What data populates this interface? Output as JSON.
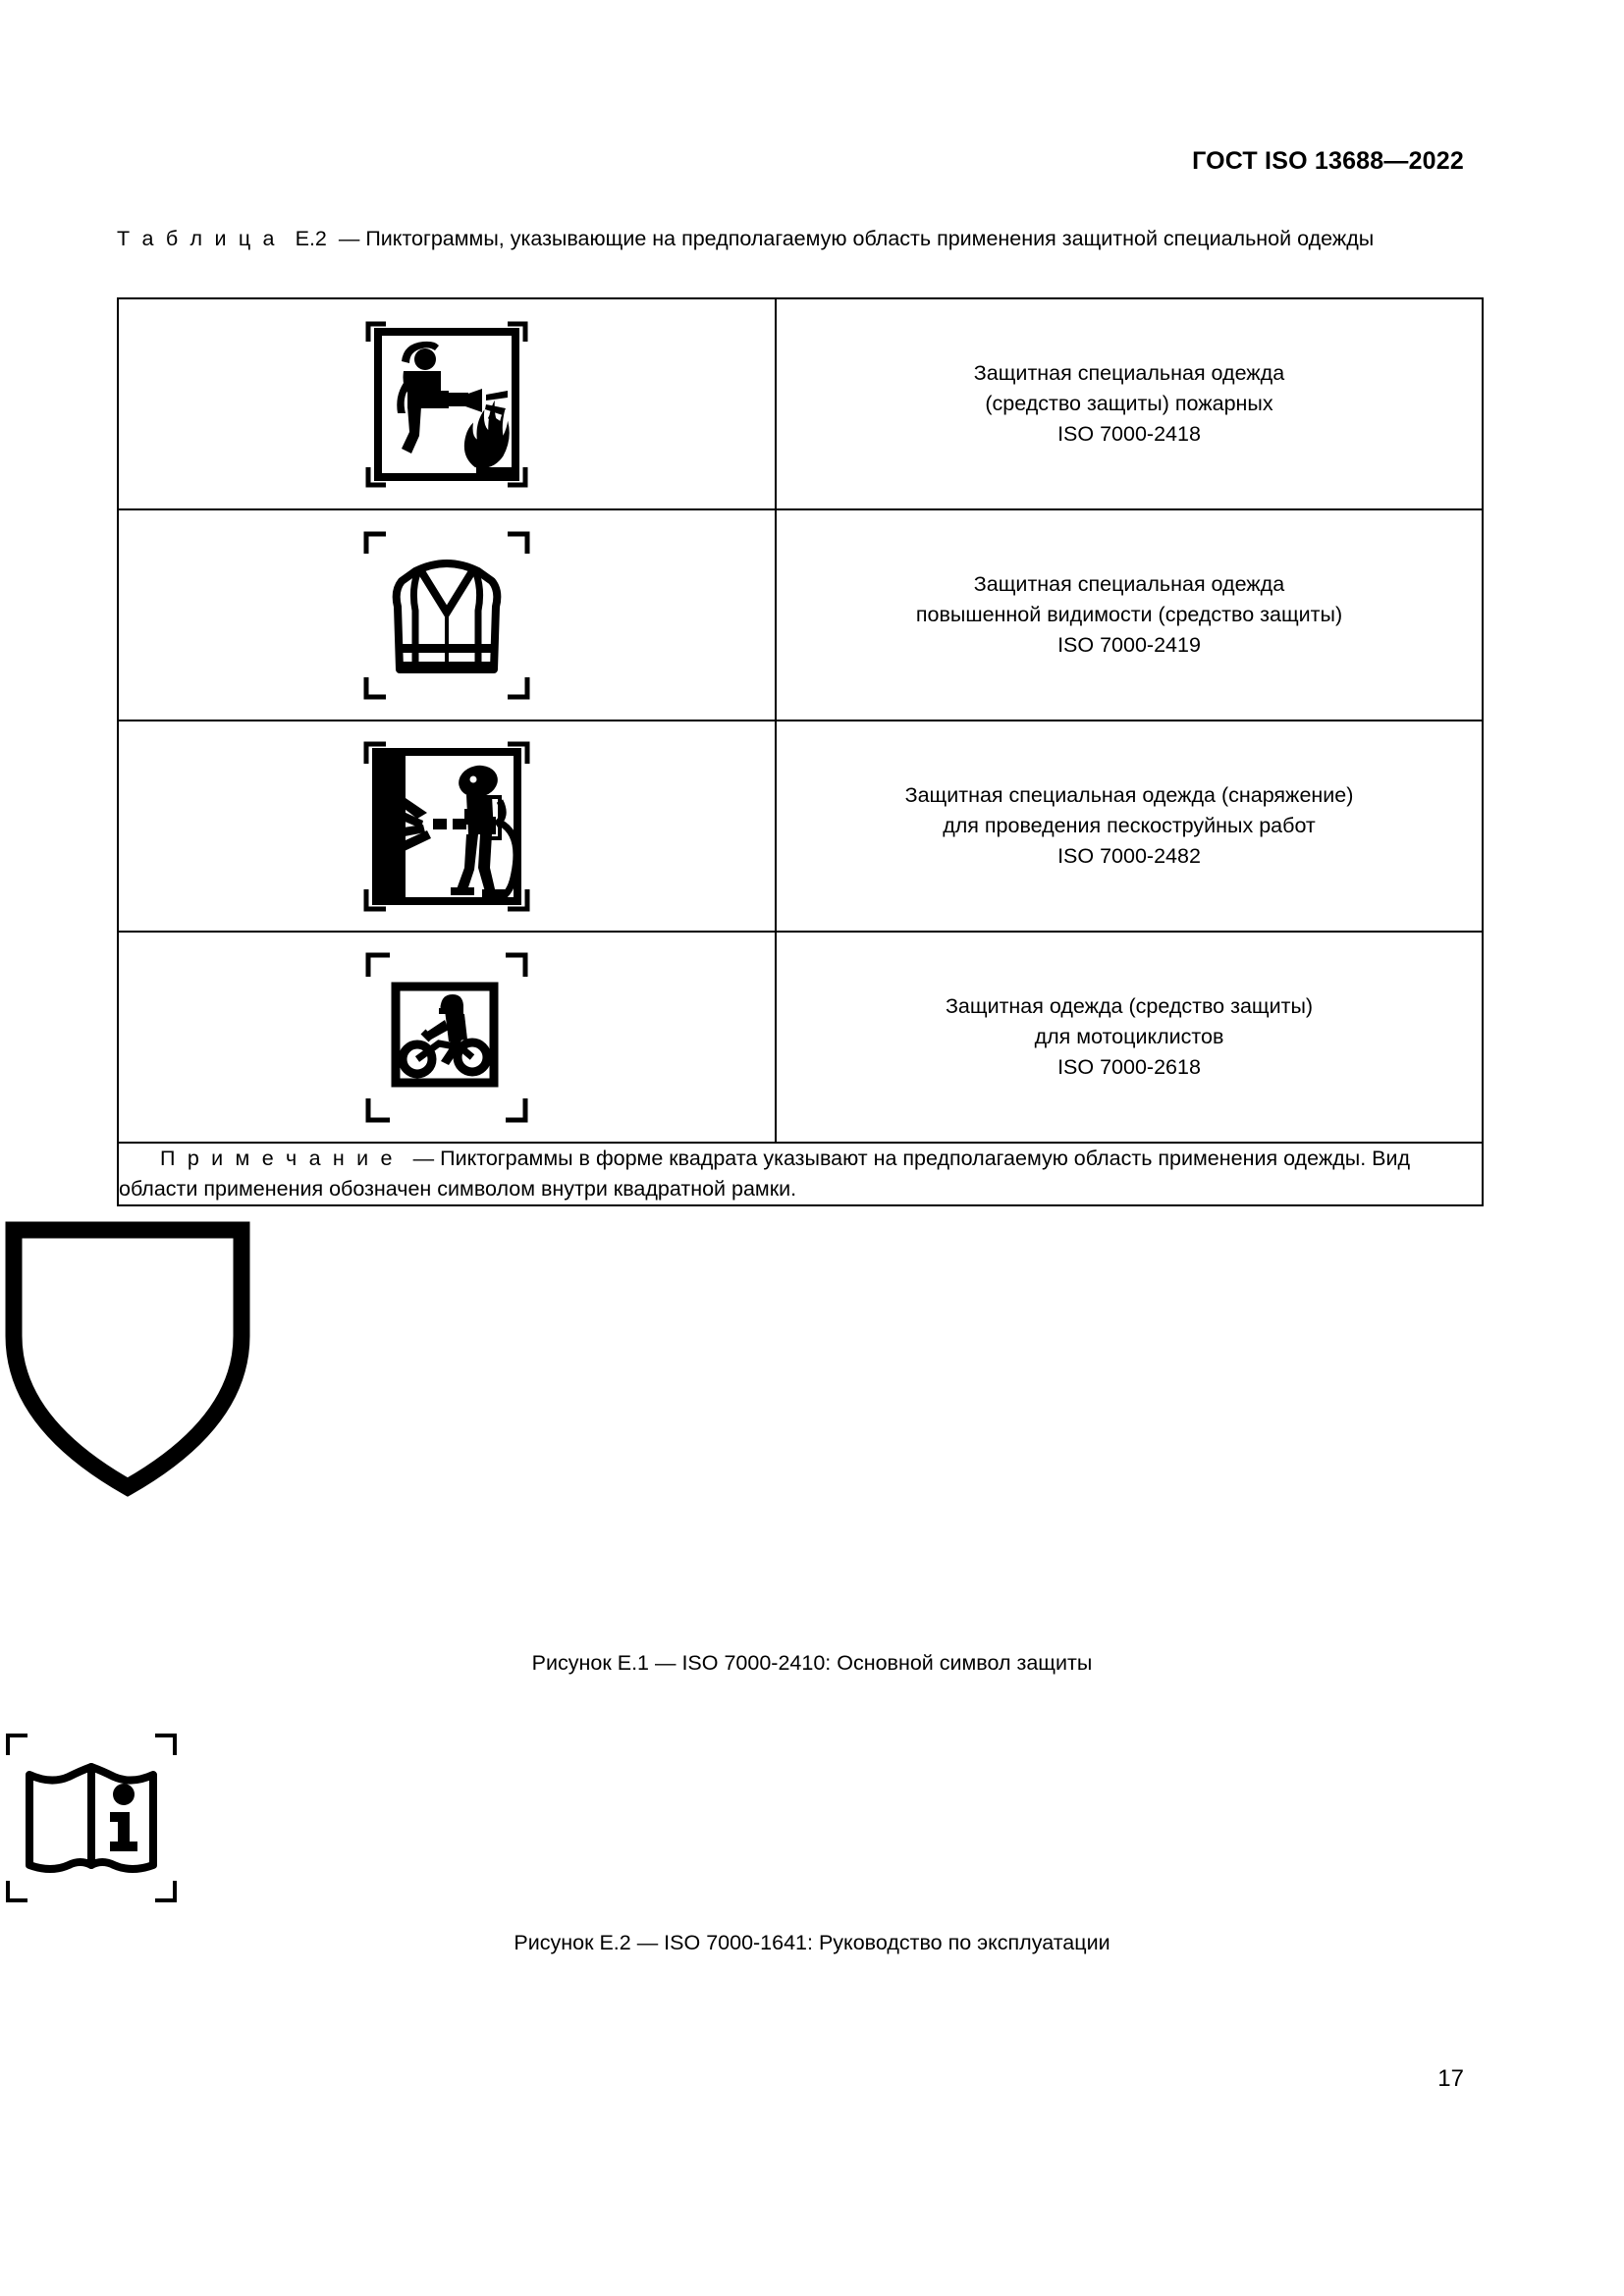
{
  "document": {
    "header": "ГОСТ ISO 13688—2022",
    "page_number": "17"
  },
  "table": {
    "caption_label": "Т а б л и ц а",
    "caption_number": "Е.2",
    "caption_text": "— Пиктограммы, указывающие на предполагаемую область применения защитной специальной одежды",
    "rows": [
      {
        "icon": "firefighter-pictogram",
        "line1": "Защитная специальная одежда",
        "line2": "(средство защиты) пожарных",
        "line3": "ISO 7000-2418"
      },
      {
        "icon": "high-visibility-vest-pictogram",
        "line1": "Защитная специальная одежда",
        "line2": "повышенной видимости (средство защиты)",
        "line3": "ISO 7000-2419"
      },
      {
        "icon": "sandblasting-pictogram",
        "line1": "Защитная специальная одежда (снаряжение)",
        "line2": "для проведения пескоструйных работ",
        "line3": "ISO 7000-2482"
      },
      {
        "icon": "motorcyclist-pictogram",
        "line1": "Защитная одежда (средство защиты)",
        "line2": "для мотоциклистов",
        "line3": "ISO 7000-2618"
      }
    ],
    "note_label": "П р и м е ч а н и е",
    "note_text": "— Пиктограммы в форме квадрата указывают на предполагаемую область применения одежды. Вид области применения обозначен символом внутри квадратной рамки."
  },
  "figures": [
    {
      "icon": "shield-basic-protection-symbol",
      "caption": "Рисунок Е.1 — ISO 7000-2410: Основной символ защиты"
    },
    {
      "icon": "instruction-manual-book-symbol",
      "caption": "Рисунок Е.2 — ISO 7000-1641: Руководство по эксплуатации"
    }
  ],
  "colors": {
    "ink": "#000000",
    "paper": "#ffffff"
  }
}
